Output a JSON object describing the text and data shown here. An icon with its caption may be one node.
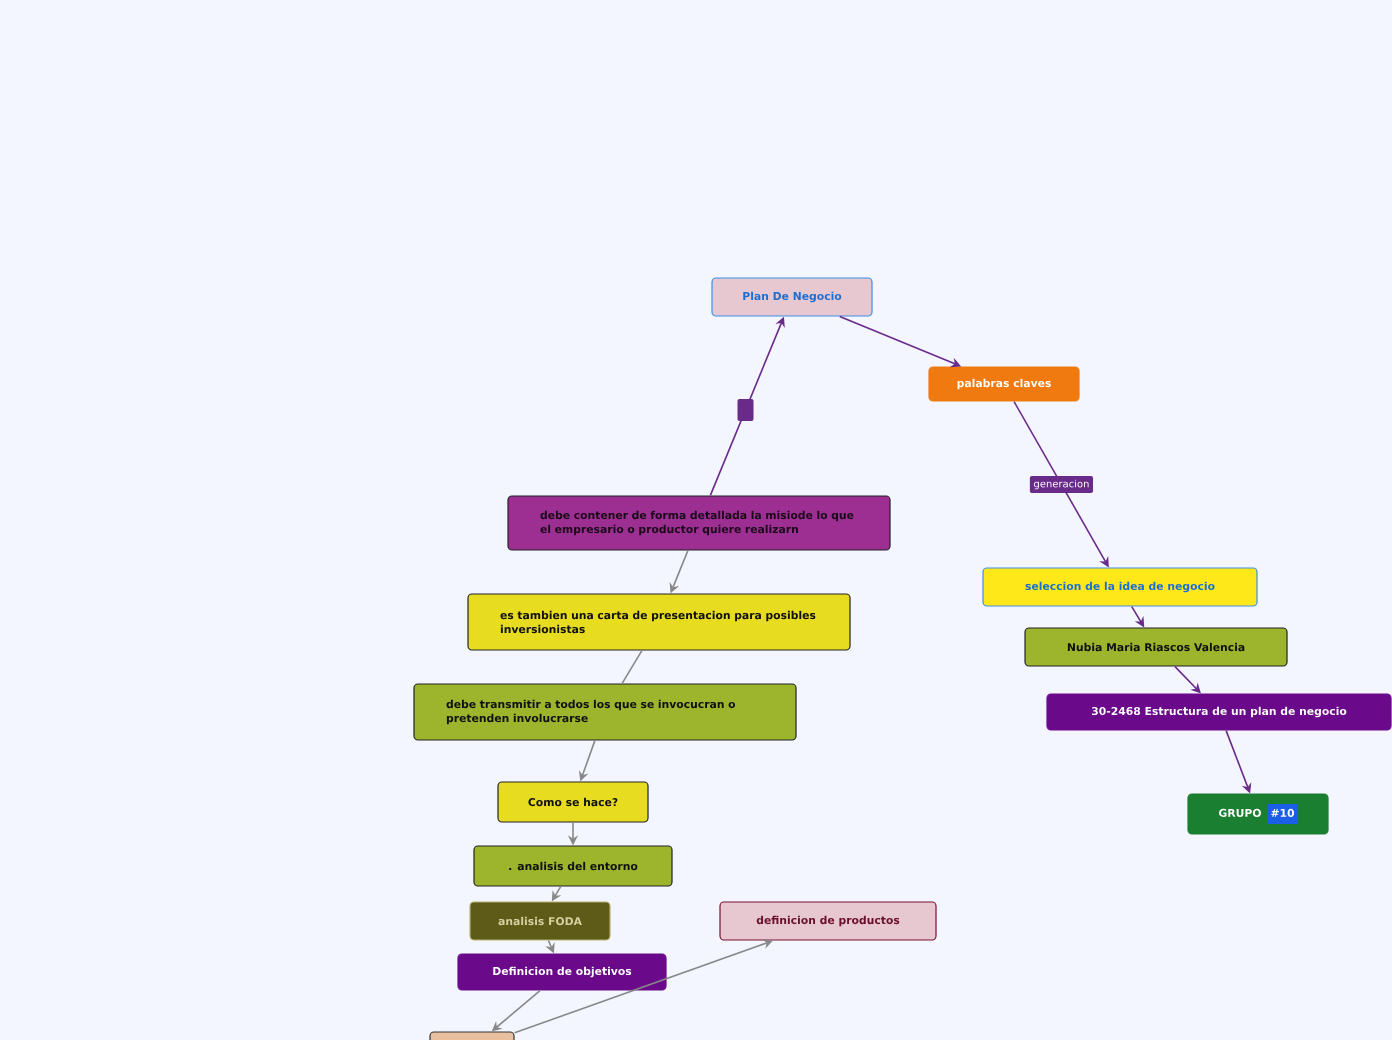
{
  "diagram": {
    "nodes": [
      {
        "text": [
          "Plan De Negocio"
        ]
      },
      {
        "text": [
          "palabras claves"
        ]
      },
      {
        "text": [
          "seleccion de la idea de negocio"
        ]
      },
      {
        "text": [
          "Nubia Maria Riascos Valencia"
        ]
      },
      {
        "text": [
          "30-2468 Estructura de un plan de negocio"
        ]
      },
      {
        "text": [
          "GRUPO",
          "#10"
        ]
      },
      {
        "text": [
          "debe contener de forma detallada la misiode lo que el empresario o productor quiere realizarn"
        ]
      },
      {
        "text": [
          "es tambien una carta de presentacion para posibles inversionistas"
        ]
      },
      {
        "text": [
          "debe transmitir a todos los que se invocucran o pretenden involucrarse"
        ]
      },
      {
        "text": [
          "Como se hace?"
        ]
      },
      {
        "text": [
          ". analisis del entorno"
        ]
      },
      {
        "text": [
          "analisis FODA"
        ]
      },
      {
        "text": [
          "Definicion de objetivos"
        ]
      },
      {
        "text": [],
        "shape": "box"
      },
      {
        "text": [
          "definicion de productos"
        ]
      }
    ],
    "edges": [
      {
        "from": 6,
        "to": 0,
        "arrow": "to",
        "color": "#6a2a8a"
      },
      {
        "from": 0,
        "to": 1,
        "arrow": "to",
        "color": "#6a2a8a"
      },
      {
        "from": 1,
        "to": 2,
        "arrow": "to",
        "label": "generacion",
        "color": "#6a2a8a"
      },
      {
        "from": 2,
        "to": 3,
        "arrow": "to",
        "color": "#6a2a8a"
      },
      {
        "from": 3,
        "to": 4,
        "arrow": "to",
        "color": "#6a2a8a"
      },
      {
        "from": 4,
        "to": 5,
        "arrow": "to",
        "color": "#6a2a8a"
      },
      {
        "from": 6,
        "to": 7,
        "arrow": "to"
      },
      {
        "from": 7,
        "to": 8,
        "arrow": "none"
      },
      {
        "from": 8,
        "to": 9,
        "arrow": "to"
      },
      {
        "from": 9,
        "to": 10,
        "arrow": "to"
      },
      {
        "from": 10,
        "to": 11,
        "arrow": "to"
      },
      {
        "from": 11,
        "to": 12,
        "arrow": "to"
      },
      {
        "from": 12,
        "to": 13,
        "arrow": "to"
      },
      {
        "from": 13,
        "to": 14,
        "arrow": "to"
      }
    ]
  }
}
